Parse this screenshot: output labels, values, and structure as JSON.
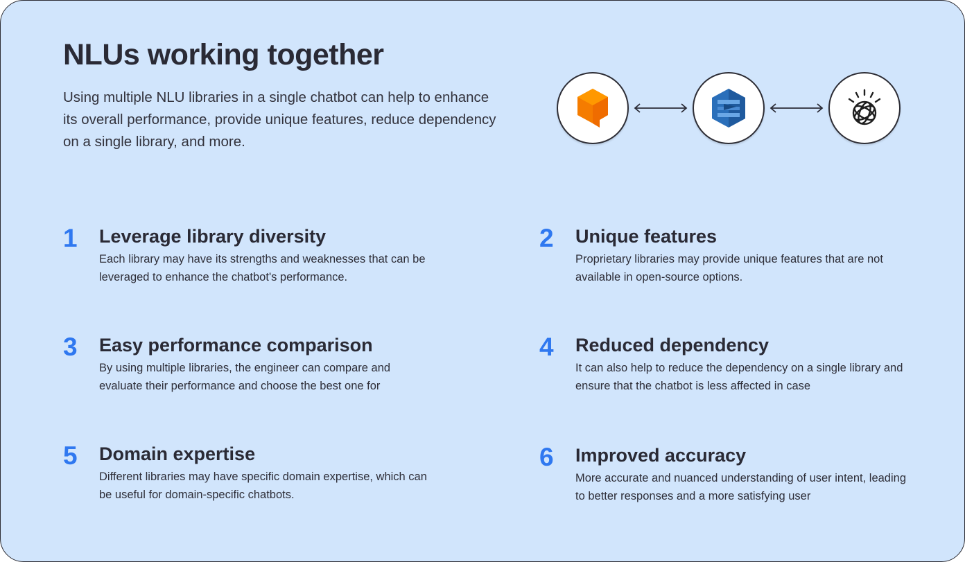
{
  "header": {
    "title": "NLUs working together",
    "subtitle": "Using multiple NLU libraries in a single chatbot can help to enhance its overall performance, provide unique features, reduce dependency on a single library, and more."
  },
  "logos": [
    {
      "icon": "dialogflow-logo-icon",
      "color": "#f57c00"
    },
    {
      "icon": "amazon-lex-logo-icon",
      "color": "#2a6fba"
    },
    {
      "icon": "ibm-watson-logo-icon",
      "color": "#1e1e1e"
    }
  ],
  "features": [
    {
      "number": "1",
      "title": "Leverage library diversity",
      "description": "Each library may have its strengths and weaknesses that can be leveraged to enhance the chatbot's performance."
    },
    {
      "number": "2",
      "title": "Unique features",
      "description": "Proprietary libraries may provide unique features that are not available in open-source options."
    },
    {
      "number": "3",
      "title": "Easy performance comparison",
      "description": "By using multiple libraries, the engineer can compare and evaluate their performance and choose the best one for"
    },
    {
      "number": "4",
      "title": "Reduced dependency",
      "description": "It can also help to reduce the dependency on a single library and ensure that the chatbot is less affected in case"
    },
    {
      "number": "5",
      "title": "Domain expertise",
      "description": "Different libraries may have specific domain expertise, which can be useful for domain-specific chatbots."
    },
    {
      "number": "6",
      "title": "Improved accuracy",
      "description": "More accurate and nuanced understanding of user intent, leading to better responses and a more satisfying user"
    }
  ],
  "colors": {
    "background": "#d1e5fc",
    "accent_number": "#2f78f0",
    "text_dark": "#2a2a35"
  }
}
